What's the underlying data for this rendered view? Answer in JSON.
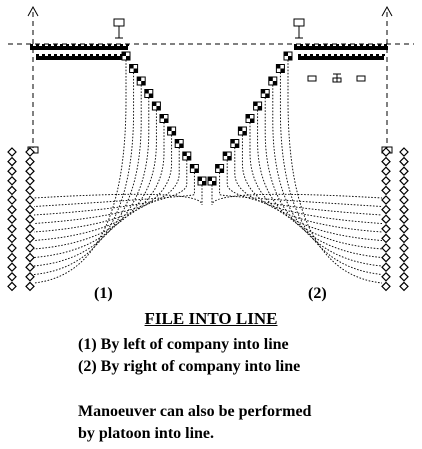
{
  "diagram": {
    "panel_labels": [
      "(1)",
      "(2)"
    ],
    "title": "FILE INTO LINE",
    "legend": [
      "(1) By left of company into line",
      "(2) By right of company into line"
    ],
    "note_lines": [
      "Manoeuver can also be performed",
      "by platoon into line."
    ],
    "colors": {
      "ink": "#000000",
      "paper": "#ffffff"
    }
  }
}
